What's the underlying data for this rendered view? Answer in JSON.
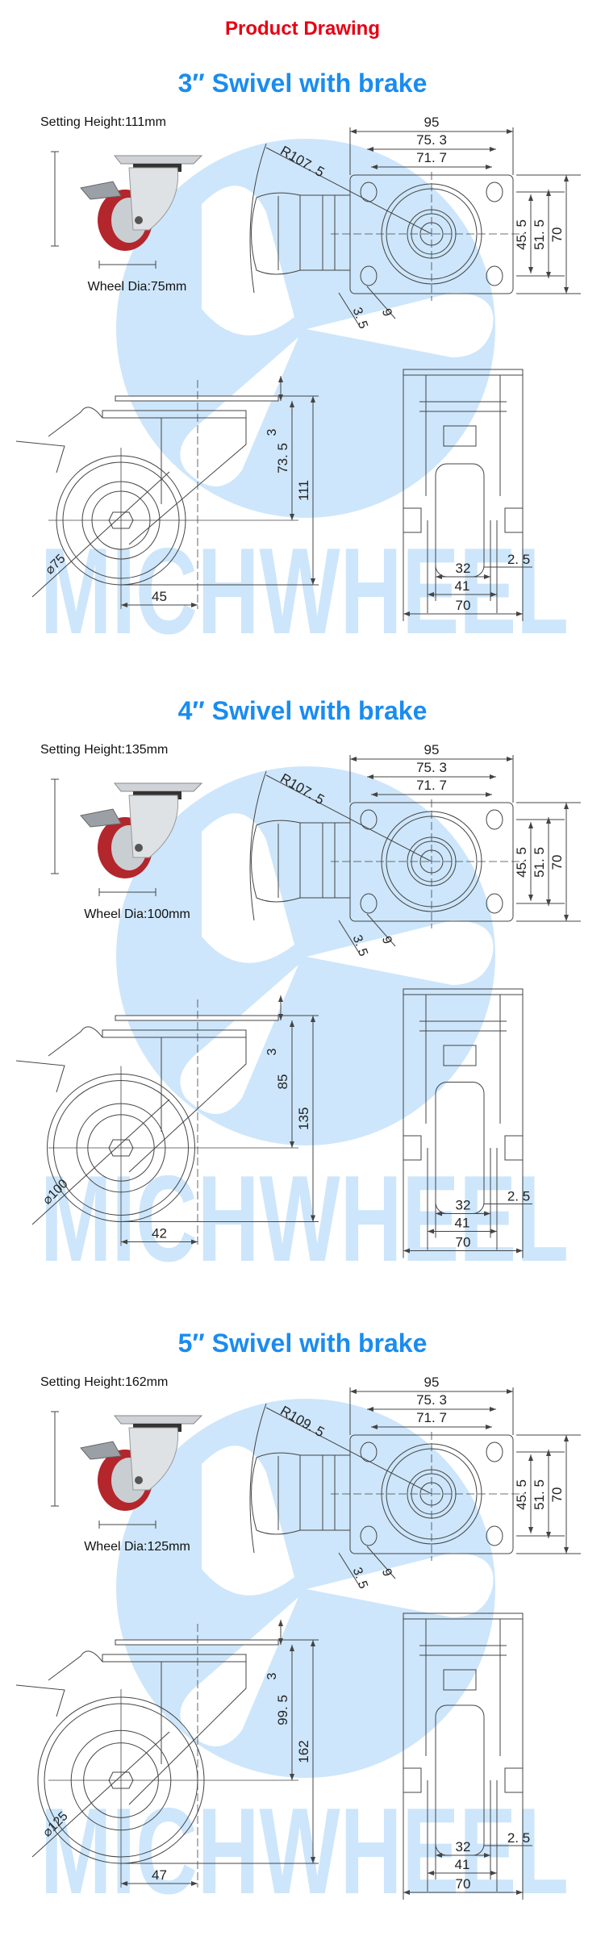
{
  "title": "Product Drawing",
  "watermark": "MICHWHEEL",
  "colors": {
    "title": "#e60012",
    "heading": "#1a8cf0",
    "watermark": "#cde6fb",
    "line": "#333333",
    "wheel": "#b3262c"
  },
  "sections": [
    {
      "heading": "3″ Swivel with brake",
      "setting_height": "Setting Height:111mm",
      "wheel_dia": "Wheel Dia:75mm",
      "wheel_mm": 75,
      "top_view": {
        "w95": "95",
        "w75": "75. 3",
        "w71": "71. 7",
        "h45": "45. 5",
        "h51": "51. 5",
        "h70": "70",
        "d35": "3. 5",
        "d9": "9",
        "radius": "R107. 5"
      },
      "side_view": {
        "plate": "3",
        "axle": "73. 5",
        "total": "111",
        "offset": "45",
        "dia": "⌀75"
      },
      "front_view": {
        "w32": "32",
        "w41": "41",
        "w70": "70",
        "w25": "2. 5"
      }
    },
    {
      "heading": "4″ Swivel with brake",
      "setting_height": "Setting Height:135mm",
      "wheel_dia": "Wheel Dia:100mm",
      "wheel_mm": 100,
      "top_view": {
        "w95": "95",
        "w75": "75. 3",
        "w71": "71. 7",
        "h45": "45. 5",
        "h51": "51. 5",
        "h70": "70",
        "d35": "3. 5",
        "d9": "9",
        "radius": "R107. 5"
      },
      "side_view": {
        "plate": "3",
        "axle": "85",
        "total": "135",
        "offset": "42",
        "dia": "⌀100"
      },
      "front_view": {
        "w32": "32",
        "w41": "41",
        "w70": "70",
        "w25": "2. 5"
      }
    },
    {
      "heading": "5″ Swivel with brake",
      "setting_height": "Setting Height:162mm",
      "wheel_dia": "Wheel Dia:125mm",
      "wheel_mm": 125,
      "top_view": {
        "w95": "95",
        "w75": "75. 3",
        "w71": "71. 7",
        "h45": "45. 5",
        "h51": "51. 5",
        "h70": "70",
        "d35": "3. 5",
        "d9": "9",
        "radius": "R109. 5"
      },
      "side_view": {
        "plate": "3",
        "axle": "99. 5",
        "total": "162",
        "offset": "47",
        "dia": "⌀125"
      },
      "front_view": {
        "w32": "32",
        "w41": "41",
        "w70": "70",
        "w25": "2. 5"
      }
    }
  ]
}
